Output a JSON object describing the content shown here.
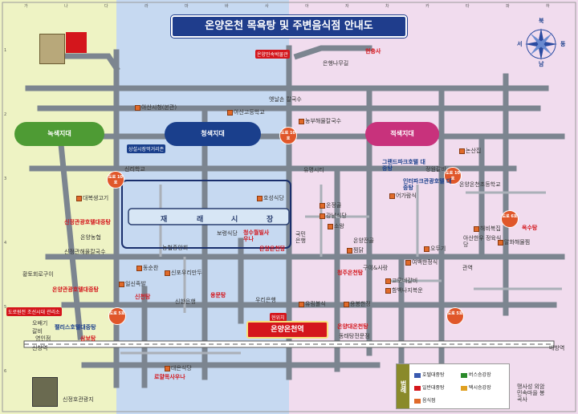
{
  "title": "온양온천 목욕탕 및 주변음식점 안내도",
  "zones": {
    "green": "녹색지대",
    "blue": "청색지대",
    "red": "적색지대"
  },
  "market": [
    "재",
    "래",
    "시",
    "장"
  ],
  "station": "온양온천역",
  "here_tag": "현위치",
  "compass": {
    "north": "북",
    "south": "남",
    "east": "동",
    "west": "서"
  },
  "circles": [
    {
      "id": "doro10a",
      "label": "도로 10호"
    },
    {
      "id": "doro10b",
      "label": "도로 10호"
    },
    {
      "id": "doro10c",
      "label": "도로 10호"
    },
    {
      "id": "doro10d",
      "label": "도로 10호"
    },
    {
      "id": "doro5a",
      "label": "도로 5호"
    },
    {
      "id": "doro5b",
      "label": "도로 5호"
    },
    {
      "id": "doro6",
      "label": "도로 6호"
    }
  ],
  "labels": {
    "asan_city_hall": "아산시청(본관)",
    "asan_high": "아산고등학교",
    "yet_gangguksu": "옛날손 칼국수",
    "hyeonchungsa": "현충사",
    "eunhaeng_namugil": "은행나무길",
    "onyang_folk_museum": "온양민속박물관",
    "nongbu_gangguksu": "농부해물칼국수",
    "sangseol_market": "상설시장먹거리존",
    "sinri_school": "신리학교",
    "yumyeong_city": "유명시티",
    "grand_park": "그랜드파크호텔 대중탕",
    "intel_park": "인터파크관광호텔 대중탕",
    "nonsanjip": "논산집",
    "jeongwon_galbi": "정원갈비",
    "onyang_oncheon_school": "온양온천초등학교",
    "daebok_gamja": "대복생고기",
    "sinjeong_bath": "신정관광호텔대중탕",
    "onyang_nonghyup": "온양농협",
    "sinjeong_hoet": "신정관해물칼국수",
    "hwangto": "황토회로구이",
    "hoseong": "호성식당",
    "onjeong": "온정골",
    "gangnam": "강남식당",
    "sowang": "소왕",
    "eogaram": "어가람식",
    "onyang_jeonggol": "온양전골",
    "nongbu_mart": "농협중앙회",
    "boryeong": "보령식당",
    "cheongsu_hotel": "청수월빌사우나",
    "onyang_bath": "온양온천탕",
    "gukmin_bank": "국민은행",
    "jjimdak": "찜닭",
    "ohdugi": "오두기",
    "haebit": "해비복집",
    "asan_jeongwon": "아산한우 정육식당",
    "alhwa": "알화해물찜",
    "oksu_bath": "옥수탕",
    "dongsun": "동순찬",
    "sinpo_woori": "신포우리만두",
    "onyang_grand": "온양관광호텔대중탕",
    "il_sin": "일신족발",
    "sincheon_bath": "신천탕",
    "sinhan_bank": "신한은행",
    "yongmun_bath": "용문탕",
    "cheongju_bath": "청주온천탕",
    "gure_sarang": "구이&사랑",
    "yeobaek": "여백한정식",
    "gwanyeok": "관역",
    "gobong_gan": "고모네갈비",
    "hambaeknae": "함백나지복운",
    "woori_bank": "우리은행",
    "yuhak": "유림불식",
    "yongbong": "용봉한정",
    "dorodo": "도로원전 조선시대 관리소",
    "palace_hotel": "팰리스호텔대중탕",
    "sambo_bath": "삼보탕",
    "onyang_daeon": "온양대온천탕",
    "dong_jeom": "동태탕전문점",
    "daeeun": "대은식당",
    "roial_sauna": "로얄목사우나",
    "sinchang": "신창역",
    "baebang": "배방역",
    "obaeki": "오배기",
    "galbi": "갈비",
    "yeongin": "영인점",
    "sinjeong_park": "신정호관광지",
    "maengsa": "맹사성 외암민속마을 봉곡사"
  },
  "legend": {
    "head": "범례",
    "items": [
      "호텔대중탕",
      "버스승강장",
      "일반대중탕",
      "택시승강장",
      "음식점"
    ]
  },
  "grid_top": [
    "가",
    "나",
    "다",
    "라",
    "마",
    "바",
    "사",
    "아",
    "자",
    "차",
    "카",
    "타",
    "파",
    "하"
  ],
  "grid_left": [
    "1",
    "2",
    "3",
    "4",
    "5",
    "6"
  ]
}
